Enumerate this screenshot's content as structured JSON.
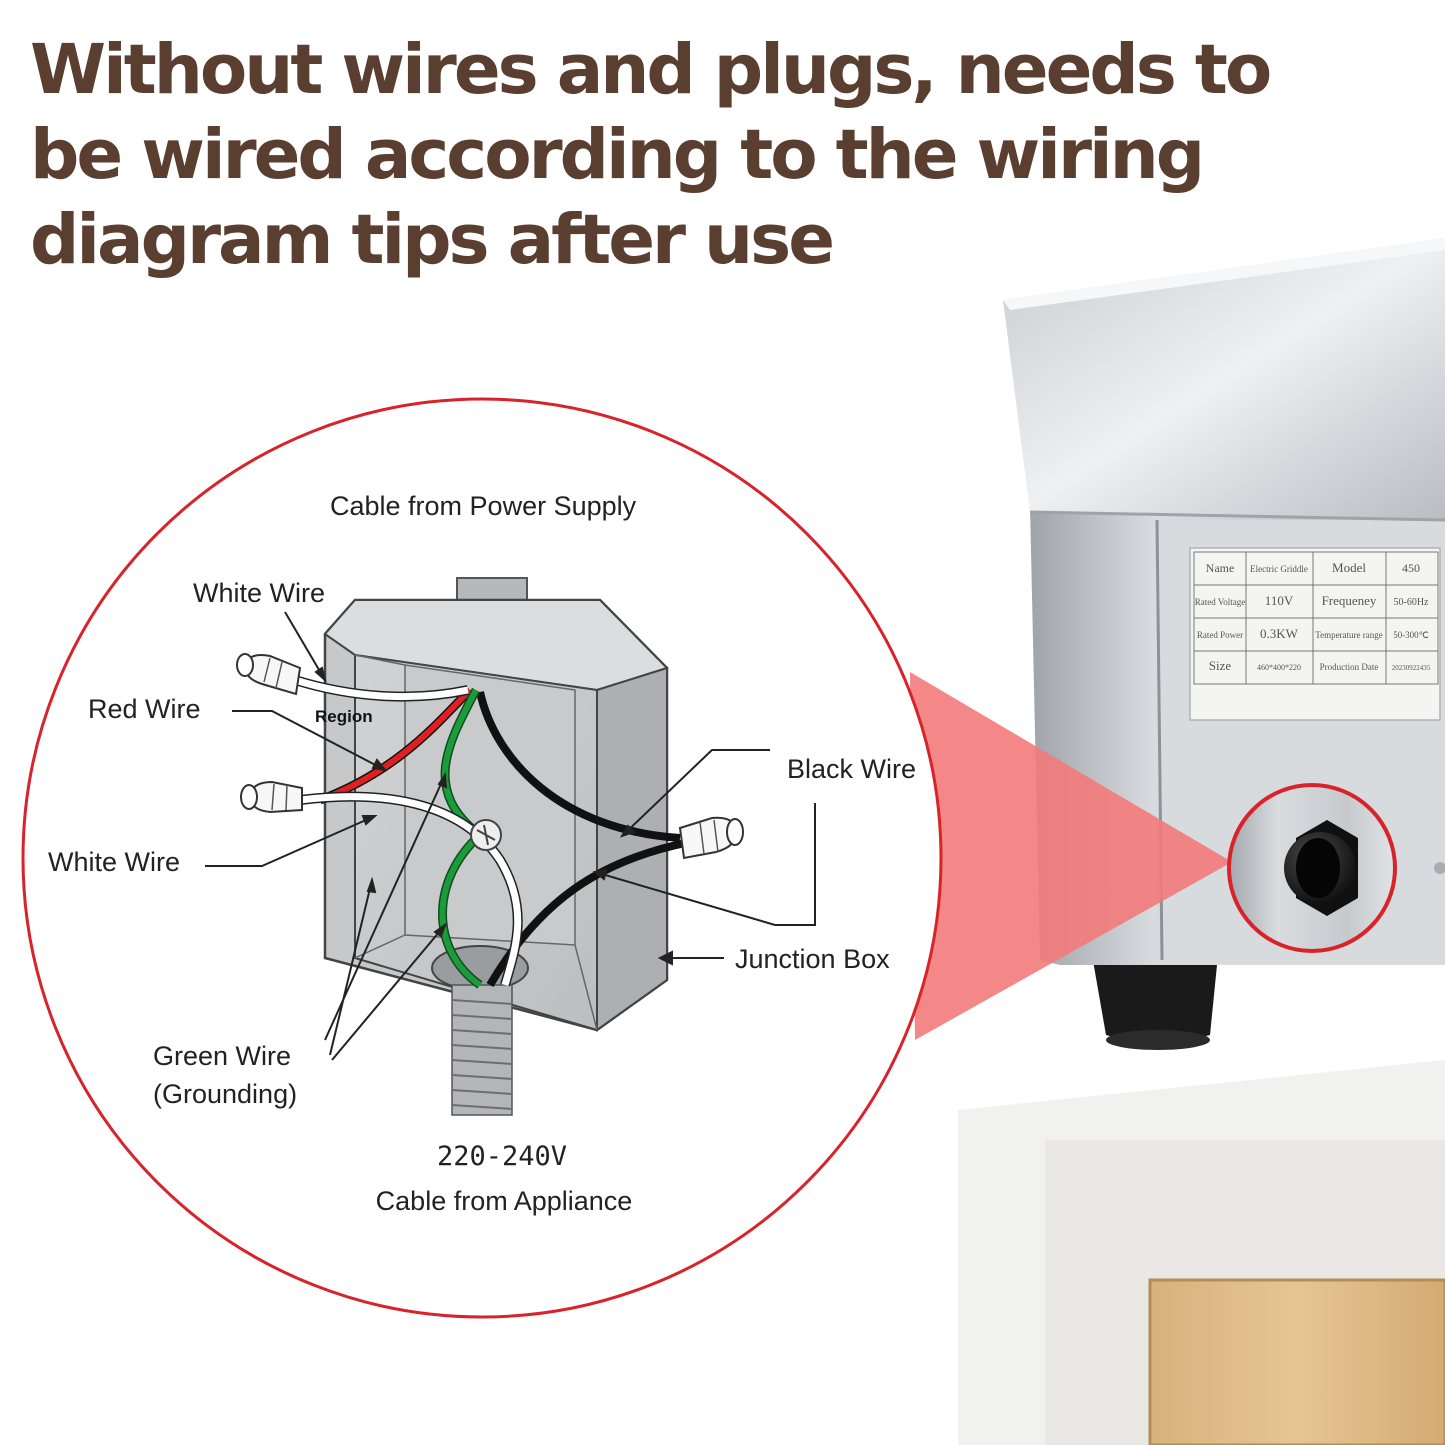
{
  "headline": {
    "line1": "Without wires and plugs, needs to",
    "line2": "be wired according to the wiring",
    "line3": "diagram tips after use"
  },
  "diagram": {
    "cable_from_power_supply": "Cable from Power Supply",
    "white_wire_top": "White Wire",
    "red_wire": "Red Wire",
    "region": "Region",
    "white_wire_left": "White Wire",
    "black_wire": "Black Wire",
    "junction_box": "Junction Box",
    "green_wire_line1": "Green Wire",
    "green_wire_line2": "(Grounding)",
    "voltage": "220-240V",
    "cable_from_appliance": "Cable from Appliance"
  },
  "nameplate": {
    "rows": [
      [
        "Name",
        "Electric Griddle",
        "Model",
        "450"
      ],
      [
        "Rated Voltage",
        "110V",
        "Frequeney",
        "50-60Hz"
      ],
      [
        "Rated Power",
        "0.3KW",
        "Temperature range",
        "50-300℃"
      ],
      [
        "Size",
        "460*400*220",
        "Production Date",
        "20230922435"
      ]
    ]
  },
  "colors": {
    "headline": "#5a3e30",
    "circle_outline": "#d9232b",
    "callout": "#f37a7a",
    "red_wire": "#e02020",
    "green_wire": "#1d9a3a",
    "black_wire": "#111111"
  },
  "icons": [
    "wire-nut-icon",
    "cable-gland-icon",
    "ground-screw-icon"
  ]
}
